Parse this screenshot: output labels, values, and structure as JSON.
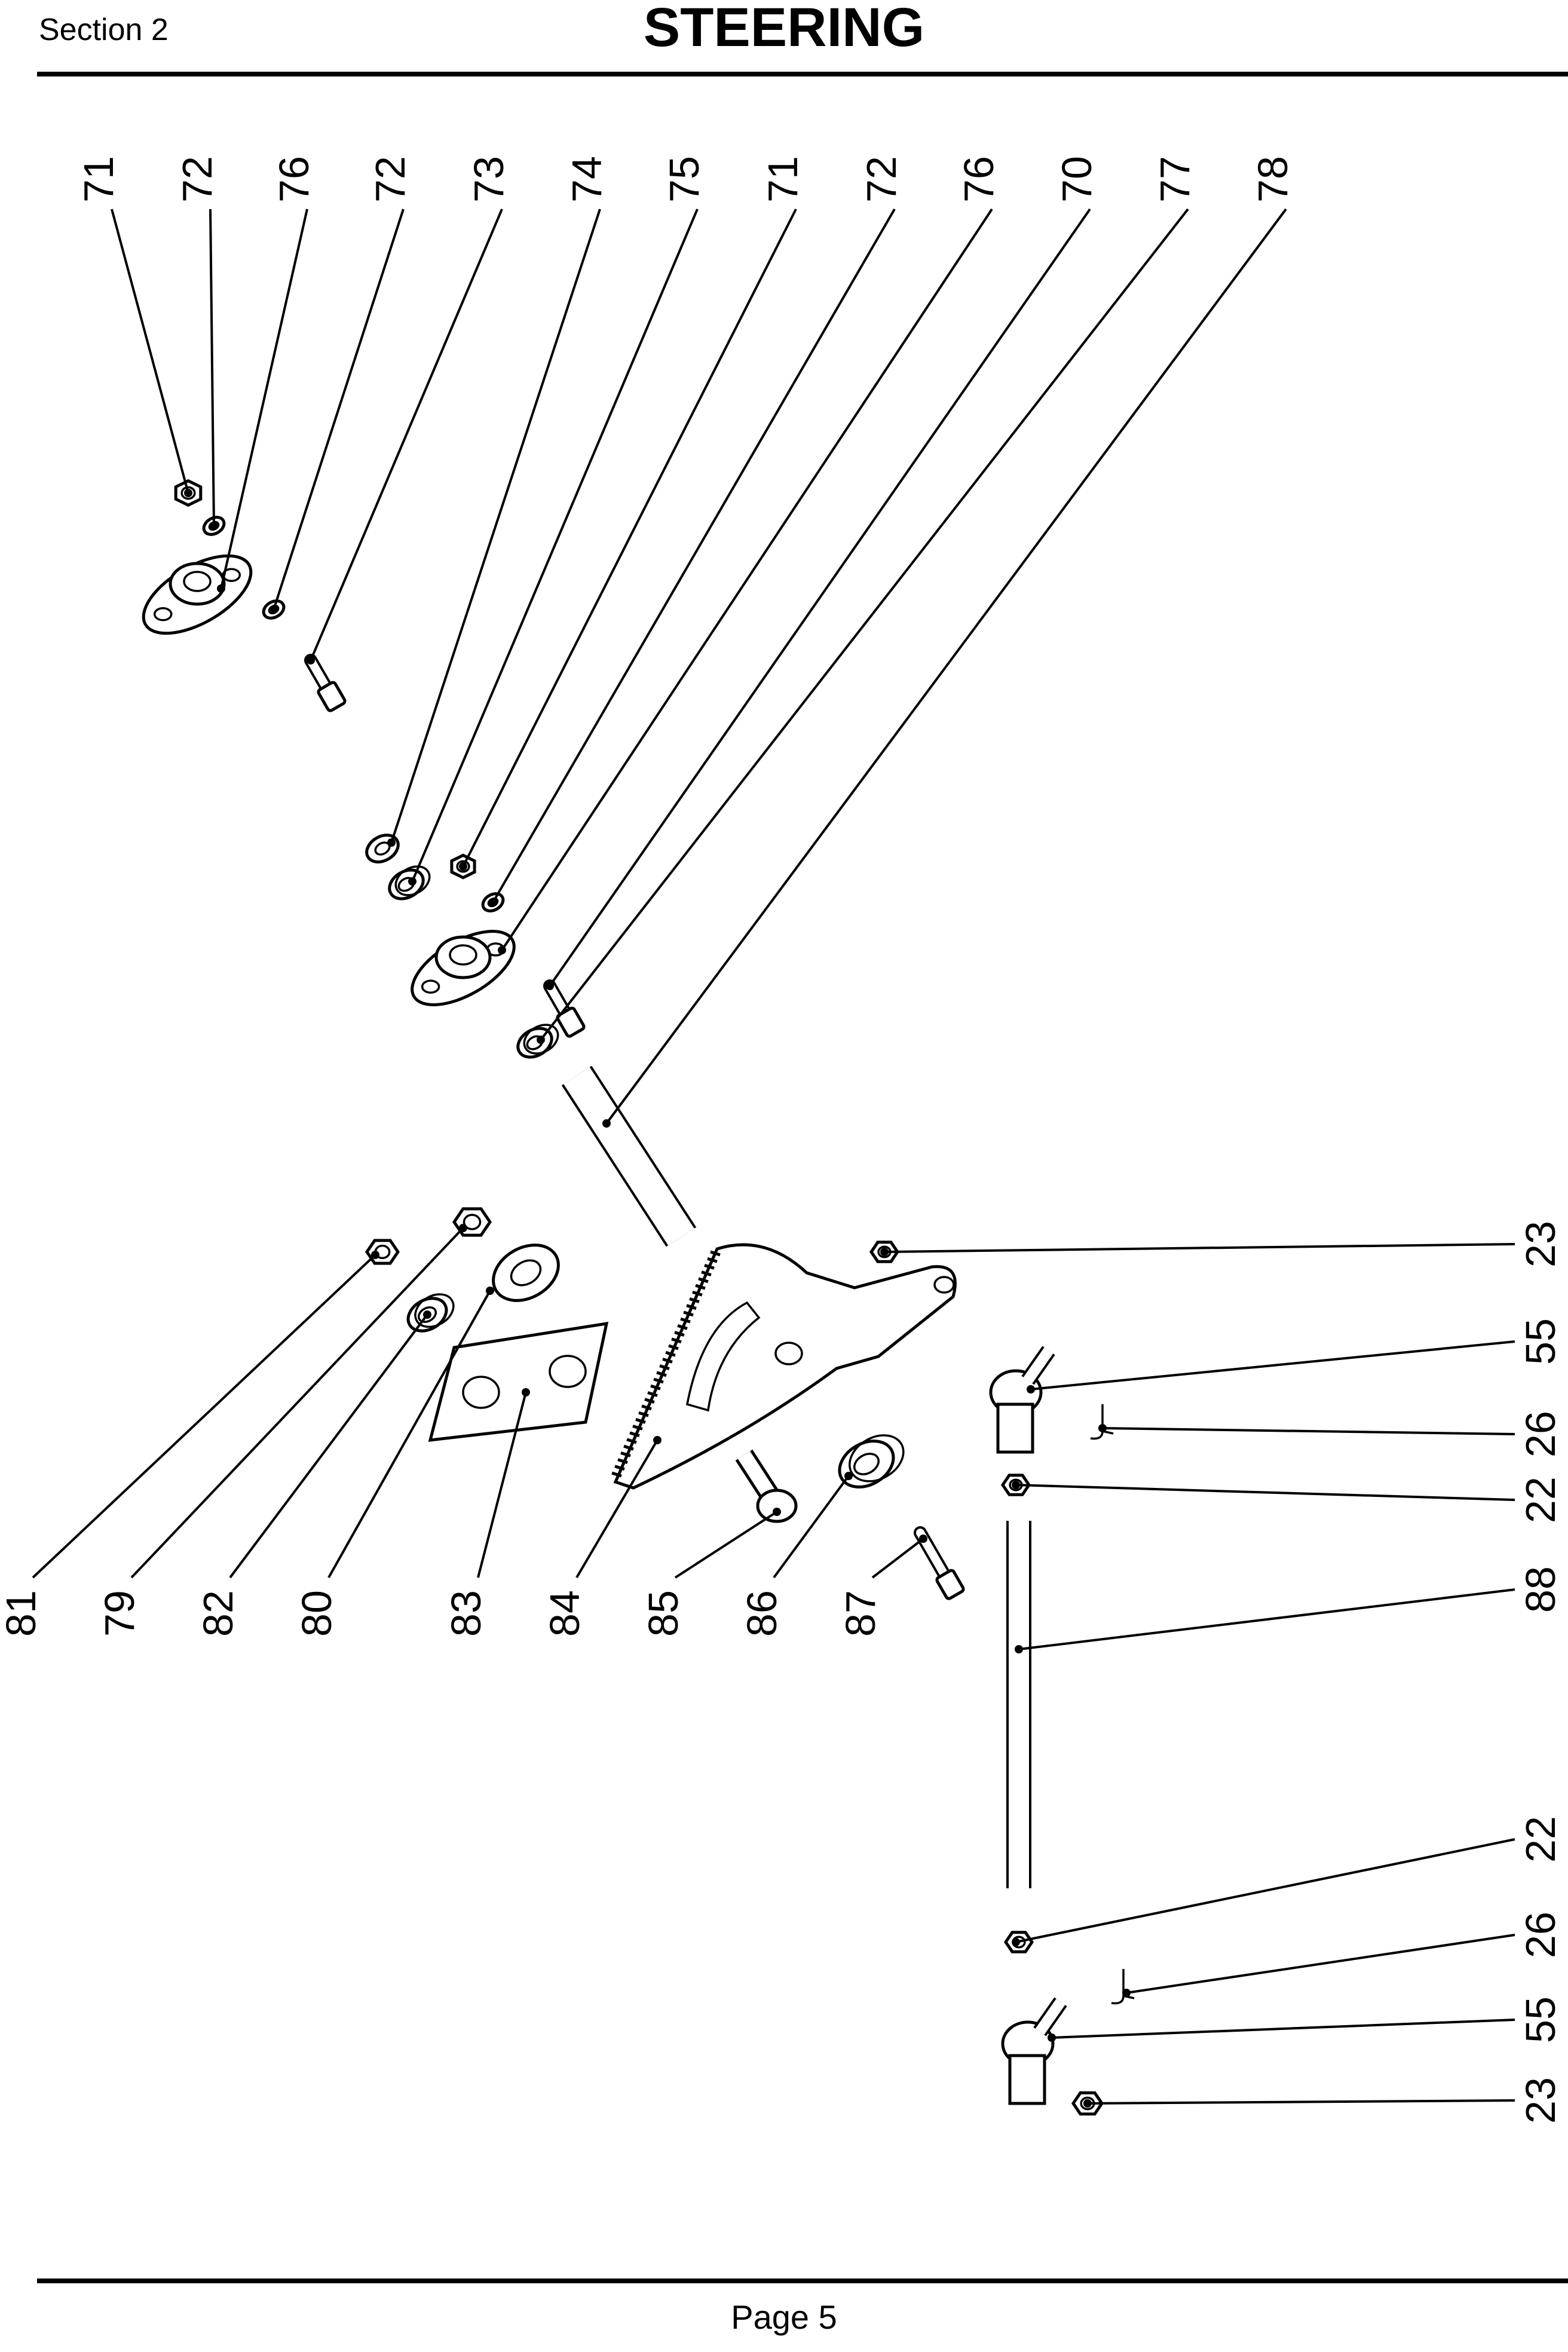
{
  "header": {
    "section": "Section 2",
    "title": "STEERING"
  },
  "footer": {
    "page": "Page 5"
  },
  "callouts": {
    "top": [
      "71",
      "72",
      "76",
      "72",
      "73",
      "74",
      "75",
      "71",
      "72",
      "76",
      "70",
      "77",
      "78"
    ],
    "right": [
      "23",
      "55",
      "26",
      "22",
      "88",
      "22",
      "26",
      "55",
      "23"
    ],
    "bottom": [
      "81",
      "79",
      "82",
      "80",
      "83",
      "84",
      "85",
      "86",
      "87"
    ]
  },
  "parts": [
    "nut",
    "washer",
    "bearing-flange",
    "washer",
    "bolt",
    "retaining-ring",
    "spacer",
    "nut",
    "washer",
    "bearing-flange",
    "bolt",
    "bushing",
    "steering-shaft",
    "nut",
    "ball-joint",
    "cotter-pin",
    "jam-nut",
    "tie-rod",
    "jam-nut",
    "cotter-pin",
    "ball-joint",
    "nut",
    "nut",
    "nut",
    "spacer",
    "washer",
    "plate",
    "sector-gear",
    "shoulder-bolt",
    "bushing",
    "bolt"
  ]
}
